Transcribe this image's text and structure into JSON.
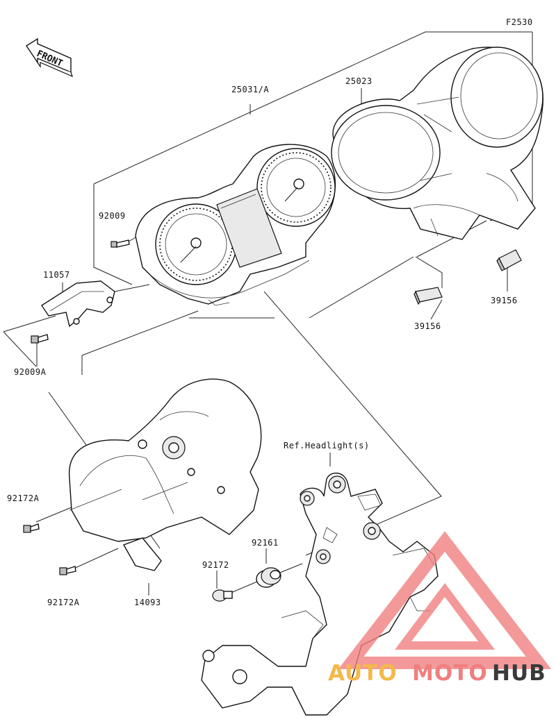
{
  "figure_code": "F2530",
  "front_label": "FRONT",
  "reference_label": "Ref.Headlight(s)",
  "parts": [
    {
      "id": "p1",
      "number": "25031/A"
    },
    {
      "id": "p2",
      "number": "25023"
    },
    {
      "id": "p3",
      "number": "92009"
    },
    {
      "id": "p4",
      "number": "11057"
    },
    {
      "id": "p5",
      "number": "92009A"
    },
    {
      "id": "p6",
      "number": "39156"
    },
    {
      "id": "p7",
      "number": "39156"
    },
    {
      "id": "p8",
      "number": "92172A"
    },
    {
      "id": "p9",
      "number": "92172A"
    },
    {
      "id": "p10",
      "number": "14093"
    },
    {
      "id": "p11",
      "number": "92172"
    },
    {
      "id": "p12",
      "number": "92161"
    }
  ],
  "watermark": {
    "part1": "AUTO",
    "part2": "MOTO",
    "part3": "HUB",
    "color_primary": "#f07f7f",
    "color_secondary": "#f4b94a",
    "color_dark": "#3a3a3a"
  }
}
